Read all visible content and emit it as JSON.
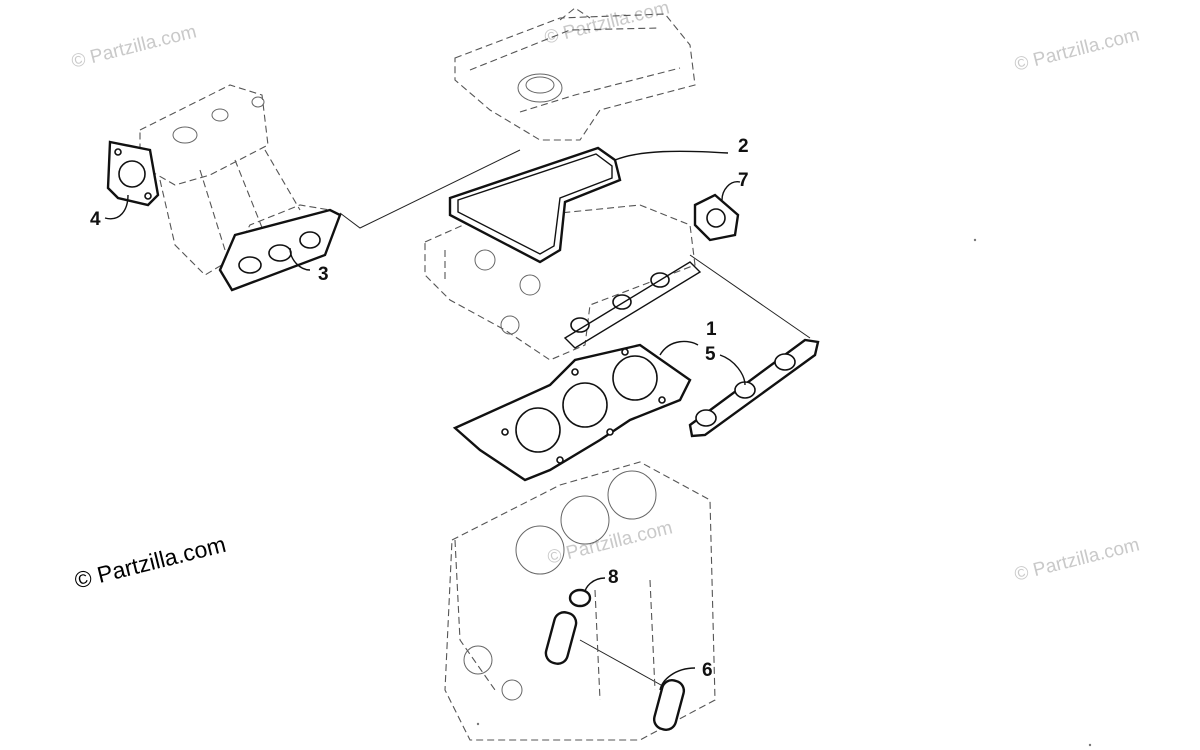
{
  "watermarks": {
    "primary": "© Partzilla.com",
    "faded": [
      "© Partzilla.com",
      "© Partzilla.com",
      "© Partzilla.com",
      "© Partzilla.com",
      "© Partzilla.com"
    ]
  },
  "callouts": [
    {
      "id": "1",
      "label": "1"
    },
    {
      "id": "2",
      "label": "2"
    },
    {
      "id": "3",
      "label": "3"
    },
    {
      "id": "4",
      "label": "4"
    },
    {
      "id": "5",
      "label": "5"
    },
    {
      "id": "6",
      "label": "6"
    },
    {
      "id": "7",
      "label": "7"
    },
    {
      "id": "8",
      "label": "8"
    }
  ]
}
